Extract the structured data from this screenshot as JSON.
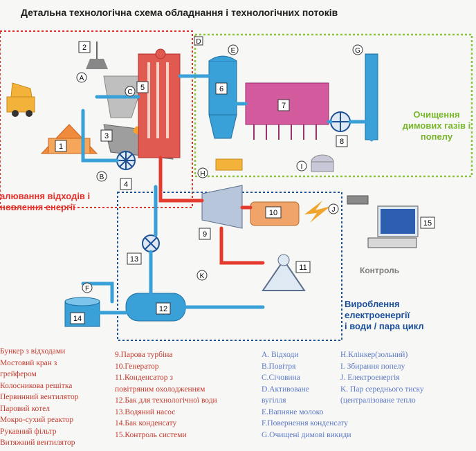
{
  "title": "Детальна технологічна схема обладнання і технологічних потоків",
  "zones": {
    "burning": "…алювання відходів і …новлення енергії",
    "burning_line1": "алювання відходів і",
    "burning_line2": "новлення енергії",
    "cleaning_line1": "Очищення",
    "cleaning_line2": "димових газів і",
    "cleaning_line3": "попелу",
    "power_line1": "Вироблення",
    "power_line2": "електроенергії",
    "power_line3": "і води / пара цикл"
  },
  "control_label": "Контроль",
  "equipment_numbers": [
    "1",
    "2",
    "3",
    "4",
    "5",
    "6",
    "7",
    "8",
    "9",
    "10",
    "11",
    "12",
    "13",
    "14",
    "15"
  ],
  "stream_letters": [
    "A",
    "B",
    "C",
    "D",
    "E",
    "F",
    "G",
    "H",
    "I",
    "J",
    "K"
  ],
  "legend_equipment_col1": [
    "Бункер з відходами",
    "Мостовий кран з",
    "грейфером",
    "Колосникова решітка",
    "Первинний вентилятор",
    "Паровий котел",
    "Мокро-сухий реактор",
    "Рукавний фільтр",
    "Витяжний вентилятор"
  ],
  "legend_equipment_col2": [
    "9.Парова турбіна",
    "10.Генератор",
    "11.Конденсатор з",
    "повітряним охолодженням",
    "12.Бак для технологічної води",
    "13.Водяний насос",
    "14.Бак конденсату",
    "15.Контроль системи"
  ],
  "legend_streams_col1": [
    "A. Відходи",
    "B.Повітря",
    "C.Січовина",
    "D.Активоване",
    "вугілля",
    "E.Вапняне молоко",
    "F.Повернення конденсату",
    "G.Очищені димові викиди"
  ],
  "legend_streams_col2": [
    "H.Клінкер(зольний)",
    "I. Збирання попелу",
    "J. Електроенергія",
    "K. Пар середнього тиску",
    "(централізоване тепло"
  ],
  "colors": {
    "red": "#e5302a",
    "green": "#8cc63f",
    "blue": "#1a4f9c",
    "pipe_blue": "#3aa0d8",
    "pipe_red": "#e53a2e"
  }
}
